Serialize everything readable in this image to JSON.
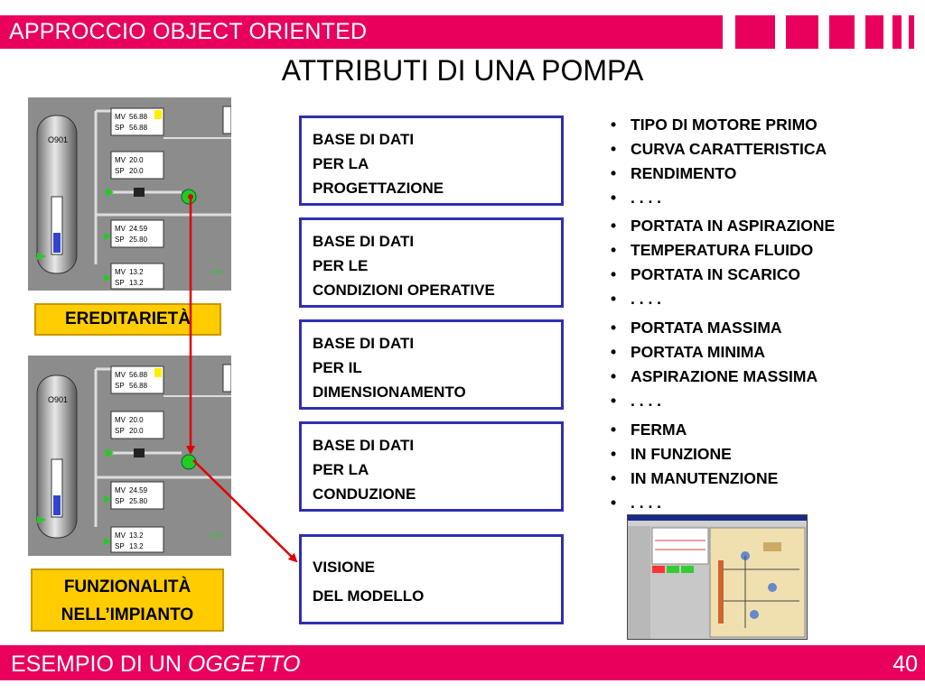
{
  "header": {
    "section": "APPROCCIO OBJECT ORIENTED",
    "title": "ATTRIBUTI DI UNA POMPA",
    "accent_color": "#e8005c"
  },
  "left": {
    "tag_inheritance": "EREDITARIETÀ",
    "tag_function_line1": "FUNZIONALITÀ",
    "tag_function_line2": "NELL’IMPIANTO",
    "tag_color": "#ffcc00",
    "scada": {
      "vessel_label": "O901",
      "readouts": [
        {
          "mv": "MV",
          "mv_val": "56.88",
          "sp": "SP",
          "sp_val": "56.88"
        },
        {
          "mv": "MV",
          "mv_val": "20.0",
          "sp": "SP",
          "sp_val": "20.0"
        },
        {
          "mv": "MV",
          "mv_val": "24.59",
          "sp": "SP",
          "sp_val": "25.80"
        },
        {
          "mv": "MV",
          "mv_val": "13.2",
          "sp": "SP",
          "sp_val": "13.2"
        }
      ],
      "side_label": "STH"
    }
  },
  "boxes": [
    {
      "l1": "BASE DI DATI",
      "l2": "PER LA",
      "l3": "PROGETTAZIONE"
    },
    {
      "l1": "BASE DI DATI",
      "l2": "PER LE",
      "l3": "CONDIZIONI OPERATIVE"
    },
    {
      "l1": "BASE DI DATI",
      "l2": "PER IL",
      "l3": "DIMENSIONAMENTO"
    },
    {
      "l1": "BASE DI DATI",
      "l2": "PER LA",
      "l3": "CONDUZIONE"
    },
    {
      "l1": "VISIONE",
      "l2": "DEL MODELLO"
    }
  ],
  "lists": [
    [
      "TIPO DI MOTORE PRIMO",
      "CURVA CARATTERISTICA",
      "RENDIMENTO",
      ". . . ."
    ],
    [
      "PORTATA IN ASPIRAZIONE",
      "TEMPERATURA FLUIDO",
      "PORTATA IN SCARICO",
      ". . . ."
    ],
    [
      "PORTATA MASSIMA",
      "PORTATA MINIMA",
      "ASPIRAZIONE MASSIMA",
      ". . . ."
    ],
    [
      "FERMA",
      "IN FUNZIONE",
      "IN MANUTENZIONE",
      ". . . ."
    ]
  ],
  "footer": {
    "text": "ESEMPIO DI UN ",
    "text_italic": "OGGETTO",
    "page": "40"
  }
}
